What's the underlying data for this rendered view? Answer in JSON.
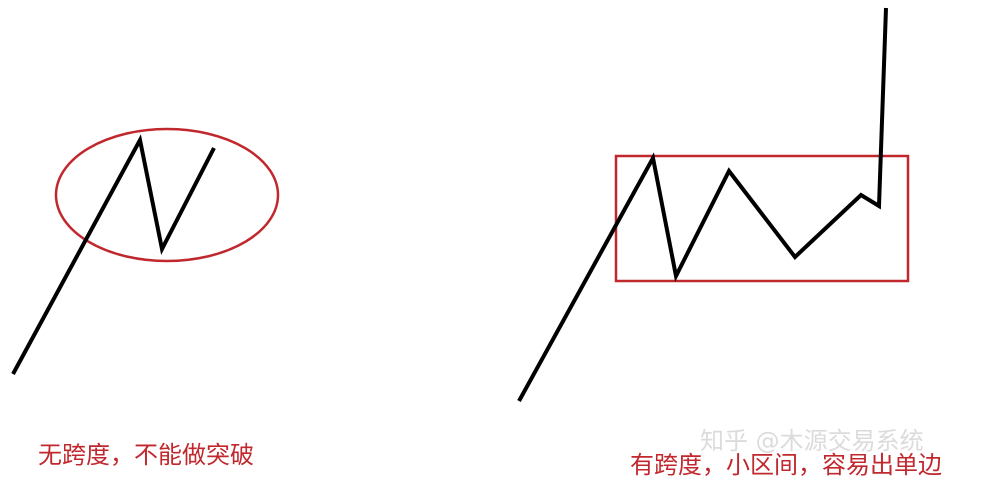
{
  "left_panel": {
    "caption": "无跨度，不能做突破"
  },
  "right_panel": {
    "caption": "有跨度，小区间，容易出单边"
  },
  "watermark": {
    "text": "知乎 @木源交易系统"
  },
  "colors": {
    "price_line": "#000000",
    "highlight": "#c0282d",
    "caption_text": "#c0282d",
    "watermark_text": "#9a9a9a"
  }
}
